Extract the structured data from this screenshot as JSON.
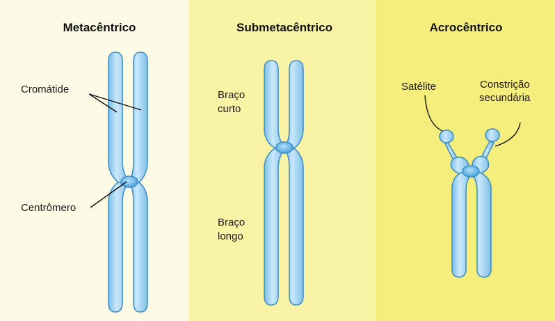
{
  "panels": [
    {
      "title": "Metacêntrico",
      "background": "#fdfbe6"
    },
    {
      "title": "Submetacêntrico",
      "background": "#f9f3a6"
    },
    {
      "title": "Acrocêntrico",
      "background": "#f5ee7c"
    }
  ],
  "labels": {
    "cromatide": "Cromátide",
    "centromero": "Centrômero",
    "braco_curto_1": "Braço",
    "braco_curto_2": "curto",
    "braco_longo_1": "Braço",
    "braco_longo_2": "longo",
    "satelite": "Satélite",
    "constricao_1": "Constrição",
    "constricao_2": "secundária"
  },
  "colors": {
    "chromatid_fill": "#a9d6f2",
    "chromatid_stroke": "#3f8fc6",
    "centromere_fill": "#6fb9e6"
  }
}
